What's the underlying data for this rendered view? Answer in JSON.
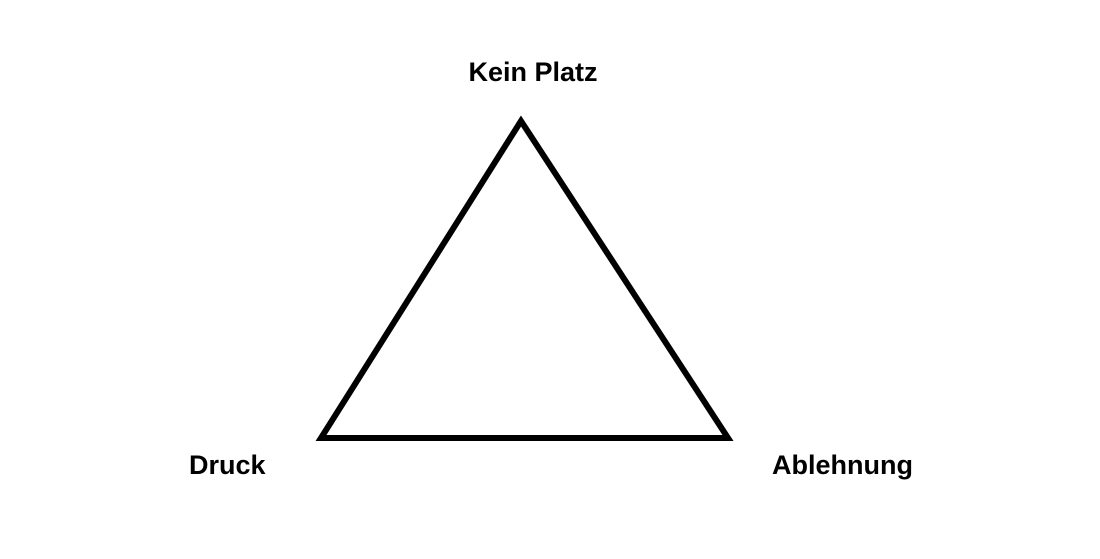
{
  "diagram": {
    "type": "triangle",
    "vertices": {
      "top": "Kein Platz",
      "bottom_left": "Druck",
      "bottom_right": "Ablehnung"
    },
    "colors": {
      "stroke": "#000000",
      "fill": "#ffffff",
      "text": "#000000"
    }
  }
}
